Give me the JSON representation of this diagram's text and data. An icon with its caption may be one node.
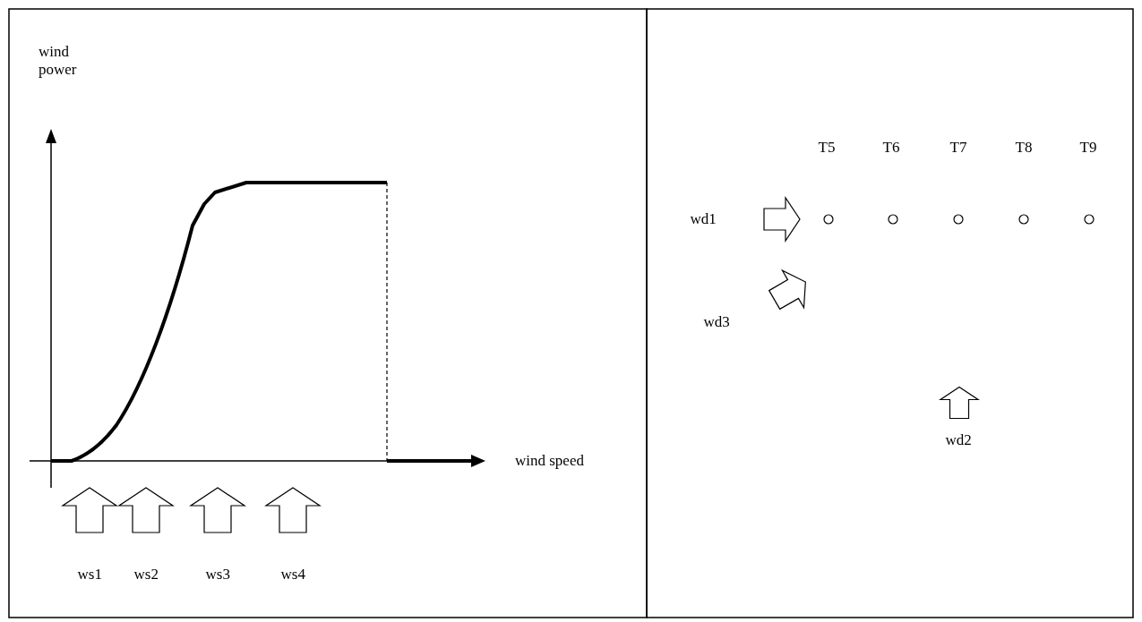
{
  "diagram": {
    "labels": [
      "wind power",
      "wind speed",
      "ws1",
      "ws2",
      "ws3",
      "ws4",
      "T5",
      "T6",
      "T7",
      "T8",
      "T9",
      "wd1",
      "wd3",
      "wd2"
    ]
  }
}
